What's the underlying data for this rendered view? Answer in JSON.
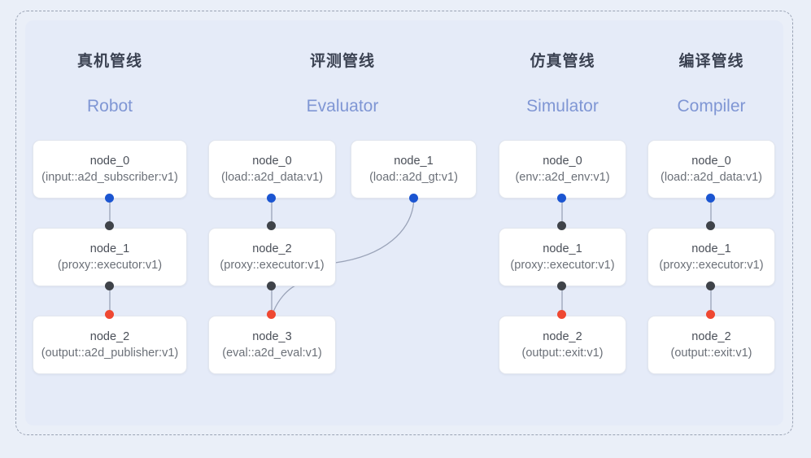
{
  "diagram": {
    "title_visible": false,
    "colors": {
      "page_background": "#eaeff8",
      "panel_background": "#e5ebf8",
      "dashed_border": "#9aa3b4",
      "node_background": "#ffffff",
      "node_border": "#e2e6ee",
      "header_cn_text": "#3b4252",
      "header_en_text": "#7f96d4",
      "port_source": "#1b55d1",
      "port_link": "#3f4349",
      "port_sink": "#ef4832",
      "edge_stroke": "#9aa3b8"
    },
    "columns": [
      {
        "id": "robot",
        "title_cn": "真机管线",
        "title_en": "Robot",
        "nodes": [
          {
            "name": "node_0",
            "type": "(input::a2d_subscriber:v1)"
          },
          {
            "name": "node_1",
            "type": "(proxy::executor:v1)"
          },
          {
            "name": "node_2",
            "type": "(output::a2d_publisher:v1)"
          }
        ]
      },
      {
        "id": "evaluator",
        "title_cn": "评测管线",
        "title_en": "Evaluator",
        "nodes": [
          {
            "name": "node_0",
            "type": "(load::a2d_data:v1)"
          },
          {
            "name": "node_2",
            "type": "(proxy::executor:v1)"
          },
          {
            "name": "node_3",
            "type": "(eval::a2d_eval:v1)"
          },
          {
            "name": "node_1",
            "type": "(load::a2d_gt:v1)"
          }
        ]
      },
      {
        "id": "simulator",
        "title_cn": "仿真管线",
        "title_en": "Simulator",
        "nodes": [
          {
            "name": "node_0",
            "type": "(env::a2d_env:v1)"
          },
          {
            "name": "node_1",
            "type": "(proxy::executor:v1)"
          },
          {
            "name": "node_2",
            "type": "(output::exit:v1)"
          }
        ]
      },
      {
        "id": "compiler",
        "title_cn": "编译管线",
        "title_en": "Compiler",
        "nodes": [
          {
            "name": "node_0",
            "type": "(load::a2d_data:v1)"
          },
          {
            "name": "node_1",
            "type": "(proxy::executor:v1)"
          },
          {
            "name": "node_2",
            "type": "(output::exit:v1)"
          }
        ]
      }
    ]
  }
}
